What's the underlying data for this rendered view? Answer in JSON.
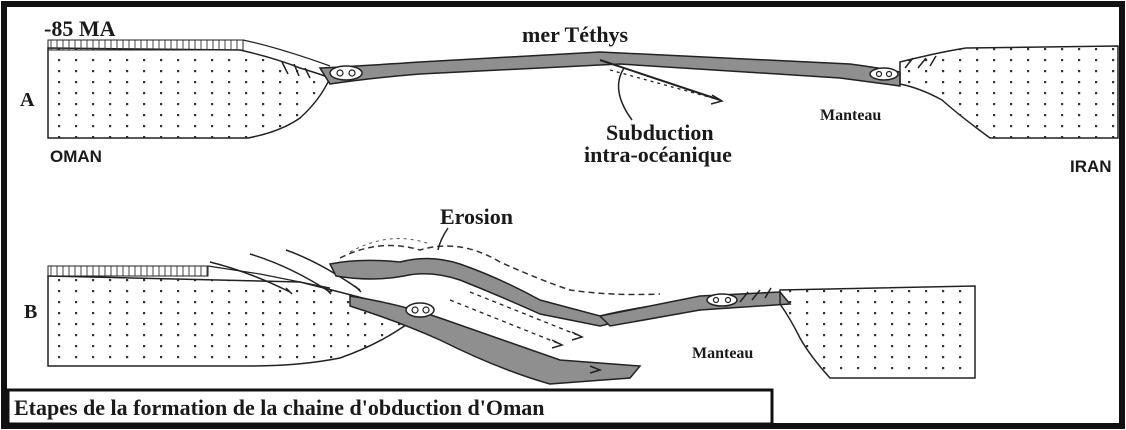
{
  "time_label": "-85 MA",
  "panel_a": {
    "letter": "A",
    "sea_label": "mer Téthys",
    "subduction_line1": "Subduction",
    "subduction_line2": "intra-océanique",
    "mantle_label": "Manteau",
    "left_plate": "OMAN",
    "right_plate": "IRAN"
  },
  "panel_b": {
    "letter": "B",
    "erosion_label": "Erosion",
    "mantle_label": "Manteau"
  },
  "caption": "Etapes de la formation de la chaine d'obduction d'Oman"
}
